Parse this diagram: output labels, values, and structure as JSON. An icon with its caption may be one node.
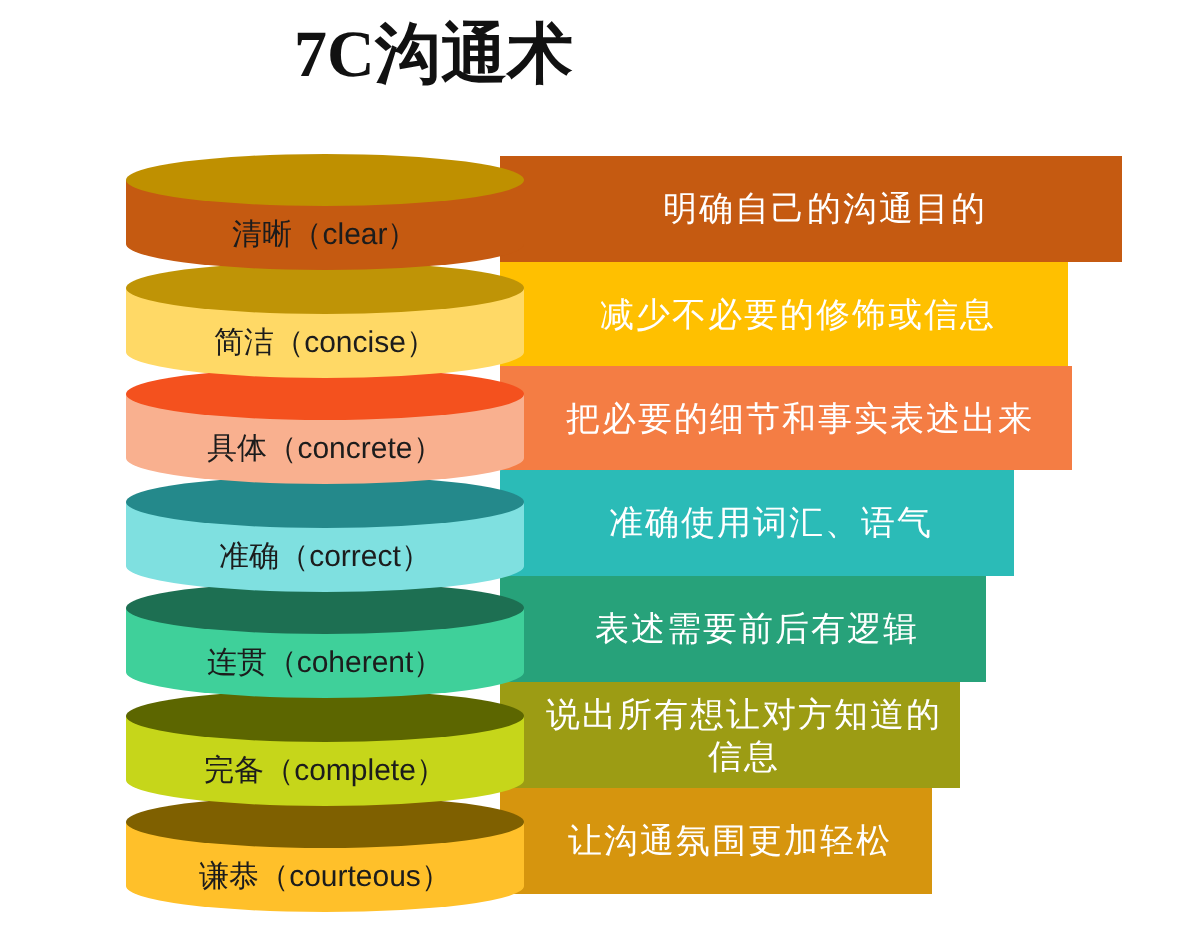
{
  "diagram": {
    "title": "7C沟通术",
    "nodes": [
      {
        "text": [
          "清晰（clear）"
        ]
      },
      {
        "text": [
          "明确自己的沟通目的"
        ]
      },
      {
        "text": [
          "简洁（concise）"
        ]
      },
      {
        "text": [
          "减少不必要的修饰或信息"
        ]
      },
      {
        "text": [
          "具体（concrete）"
        ]
      },
      {
        "text": [
          "把必要的细节和事实表述出来"
        ]
      },
      {
        "text": [
          "准确（correct）"
        ]
      },
      {
        "text": [
          "准确使用词汇、语气"
        ]
      },
      {
        "text": [
          "连贯（coherent）"
        ]
      },
      {
        "text": [
          "表述需要前后有逻辑"
        ]
      },
      {
        "text": [
          "完备（complete）"
        ]
      },
      {
        "text": [
          "说出所有想让对方知道的信息"
        ]
      },
      {
        "text": [
          "谦恭（courteous）"
        ]
      },
      {
        "text": [
          "让沟通氛围更加轻松"
        ]
      }
    ]
  }
}
